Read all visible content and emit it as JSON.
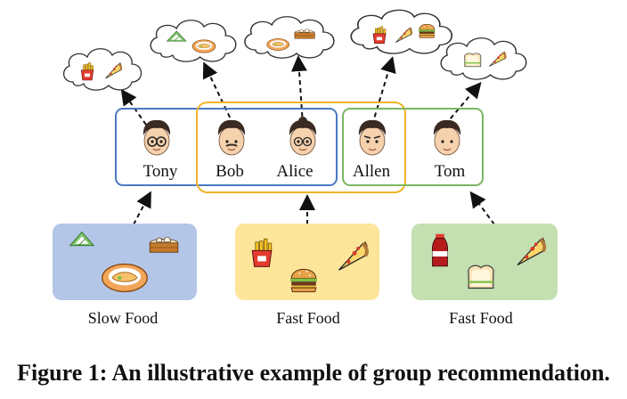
{
  "users": [
    {
      "name": "Tony"
    },
    {
      "name": "Bob"
    },
    {
      "name": "Alice"
    },
    {
      "name": "Allen"
    },
    {
      "name": "Tom"
    }
  ],
  "groups": [
    {
      "label": "Slow Food",
      "color": "#b3c6e8"
    },
    {
      "label": "Fast Food",
      "color": "#fde59a"
    },
    {
      "label": "Fast Food",
      "color": "#c4dfb0"
    }
  ],
  "group_outlines": {
    "blue": "#4a78c2",
    "yellow": "#f0b429",
    "green": "#7bb661"
  },
  "icons": [
    "fries-icon",
    "pizza-icon",
    "rice-dumpling-icon",
    "dumpling-plate-icon",
    "steamer-icon",
    "burger-icon",
    "sandwich-icon",
    "cola-icon"
  ],
  "caption": "Figure 1: An illustrative example of group recommendation."
}
